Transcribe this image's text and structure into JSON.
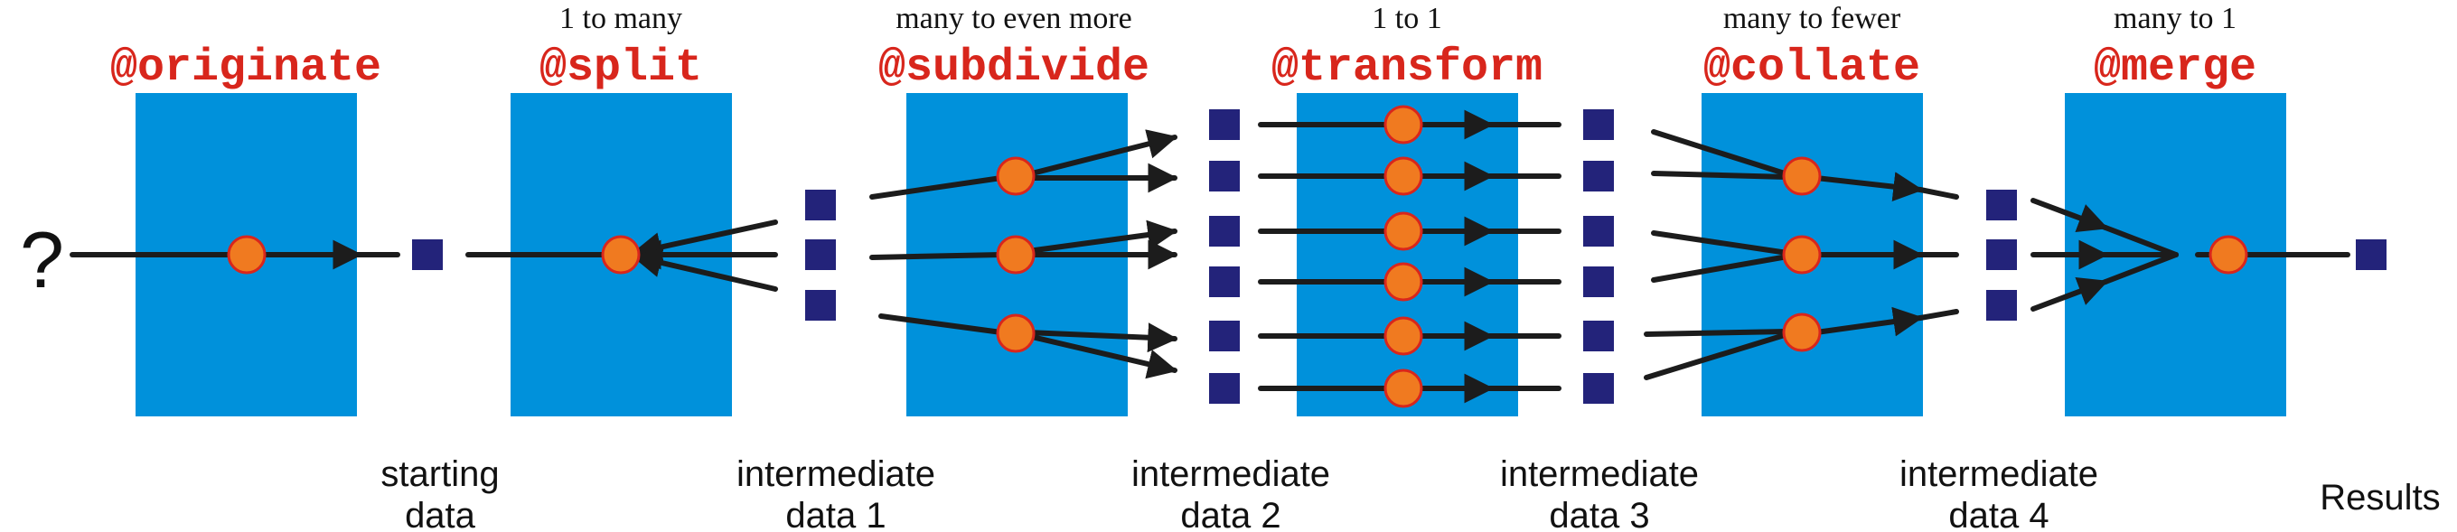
{
  "colors": {
    "box": "#0091db",
    "line": "#1c1c1c",
    "node_fill": "#f07a20",
    "node_stroke": "#d8261c",
    "decorator": "#d8261c",
    "data_square": "#23237a",
    "text": "#111111"
  },
  "input_label": "?",
  "stages": [
    {
      "decorator": "@originate",
      "ratio": ""
    },
    {
      "decorator": "@split",
      "ratio": "1 to many"
    },
    {
      "decorator": "@subdivide",
      "ratio": "many to even more"
    },
    {
      "decorator": "@transform",
      "ratio": "1 to 1"
    },
    {
      "decorator": "@collate",
      "ratio": "many to fewer"
    },
    {
      "decorator": "@merge",
      "ratio": "many to 1"
    }
  ],
  "data_labels": [
    {
      "line1": "starting",
      "line2": "data"
    },
    {
      "line1": "intermediate",
      "line2": "data 1"
    },
    {
      "line1": "intermediate",
      "line2": "data 2"
    },
    {
      "line1": "intermediate",
      "line2": "data 3"
    },
    {
      "line1": "intermediate",
      "line2": "data 4"
    },
    {
      "line1": "Results",
      "line2": ""
    }
  ]
}
